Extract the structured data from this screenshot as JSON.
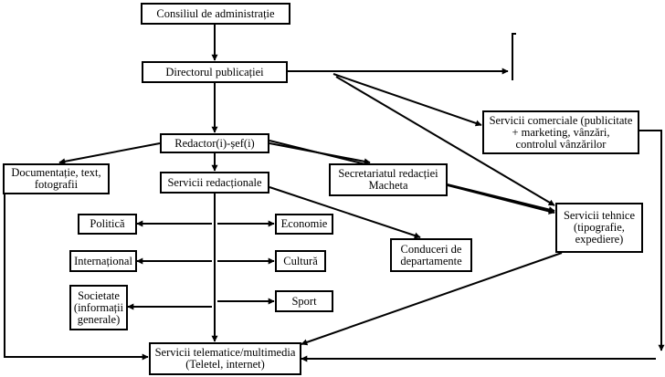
{
  "diagram": {
    "nodes": {
      "consiliu": "Consiliul de administrație",
      "director": "Directorul publicației",
      "redactor": "Redactor(i)-șef(i)",
      "servicii_comerciale": "Servicii comerciale (publicitate\n+ marketing, vânzări,\ncontrolul vânzărilor",
      "documentatie": "Documentație, text,\nfotografii",
      "servicii_redactionale": "Servicii redacționale",
      "secretariat": "Secretariatul redacției\nMacheta",
      "servicii_tehnice": "Servicii tehnice\n(tipografie,\nexpediere)",
      "politica": "Politică",
      "economie": "Economie",
      "international": "Internațional",
      "cultura": "Cultură",
      "conduceri": "Conduceri de\ndepartamente",
      "societate": "Societate\n(informații\ngenerale)",
      "sport": "Sport",
      "telematice": "Servicii telematice/multimedia\n(Teletel, internet)"
    }
  }
}
